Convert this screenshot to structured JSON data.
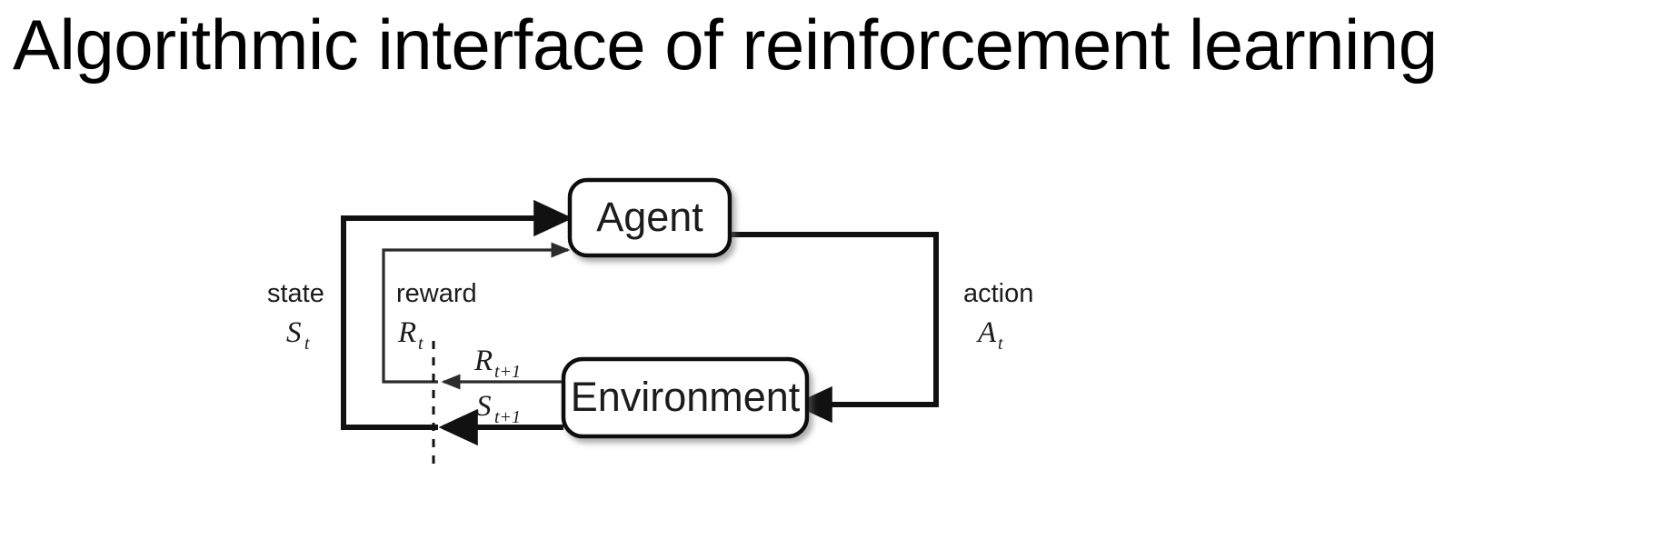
{
  "slide": {
    "title": "Algorithmic interface of reinforcement learning",
    "background_color": "#ffffff",
    "text_color": "#000000"
  },
  "diagram": {
    "kind": "agent-environment-interaction-loop",
    "nodes": [
      {
        "id": "agent",
        "label": "Agent"
      },
      {
        "id": "environment",
        "label": "Environment"
      }
    ],
    "edges": [
      {
        "id": "state-to-agent",
        "from": "environment",
        "to": "agent",
        "weight": "thick",
        "label_word": "state",
        "label_symbol": "S",
        "label_subscript": "t"
      },
      {
        "id": "reward-to-agent",
        "from": "environment",
        "to": "agent",
        "weight": "thin",
        "label_word": "reward",
        "label_symbol": "R",
        "label_subscript": "t"
      },
      {
        "id": "action-to-environment",
        "from": "agent",
        "to": "environment",
        "weight": "thick",
        "label_word": "action",
        "label_symbol": "A",
        "label_subscript": "t"
      },
      {
        "id": "env-reward-out",
        "from": "environment",
        "to": "time-divider",
        "weight": "thin",
        "label_word": "",
        "label_symbol": "R",
        "label_subscript": "t+1"
      },
      {
        "id": "env-state-out",
        "from": "environment",
        "to": "time-divider",
        "weight": "thick",
        "label_word": "",
        "label_symbol": "S",
        "label_subscript": "t+1"
      }
    ],
    "divider": {
      "id": "time-divider",
      "style": "dashed"
    },
    "colors": {
      "line": "#111111",
      "line_light": "#2b2b2b",
      "box_fill": "#ffffff",
      "text": "#1c1c1c"
    }
  }
}
